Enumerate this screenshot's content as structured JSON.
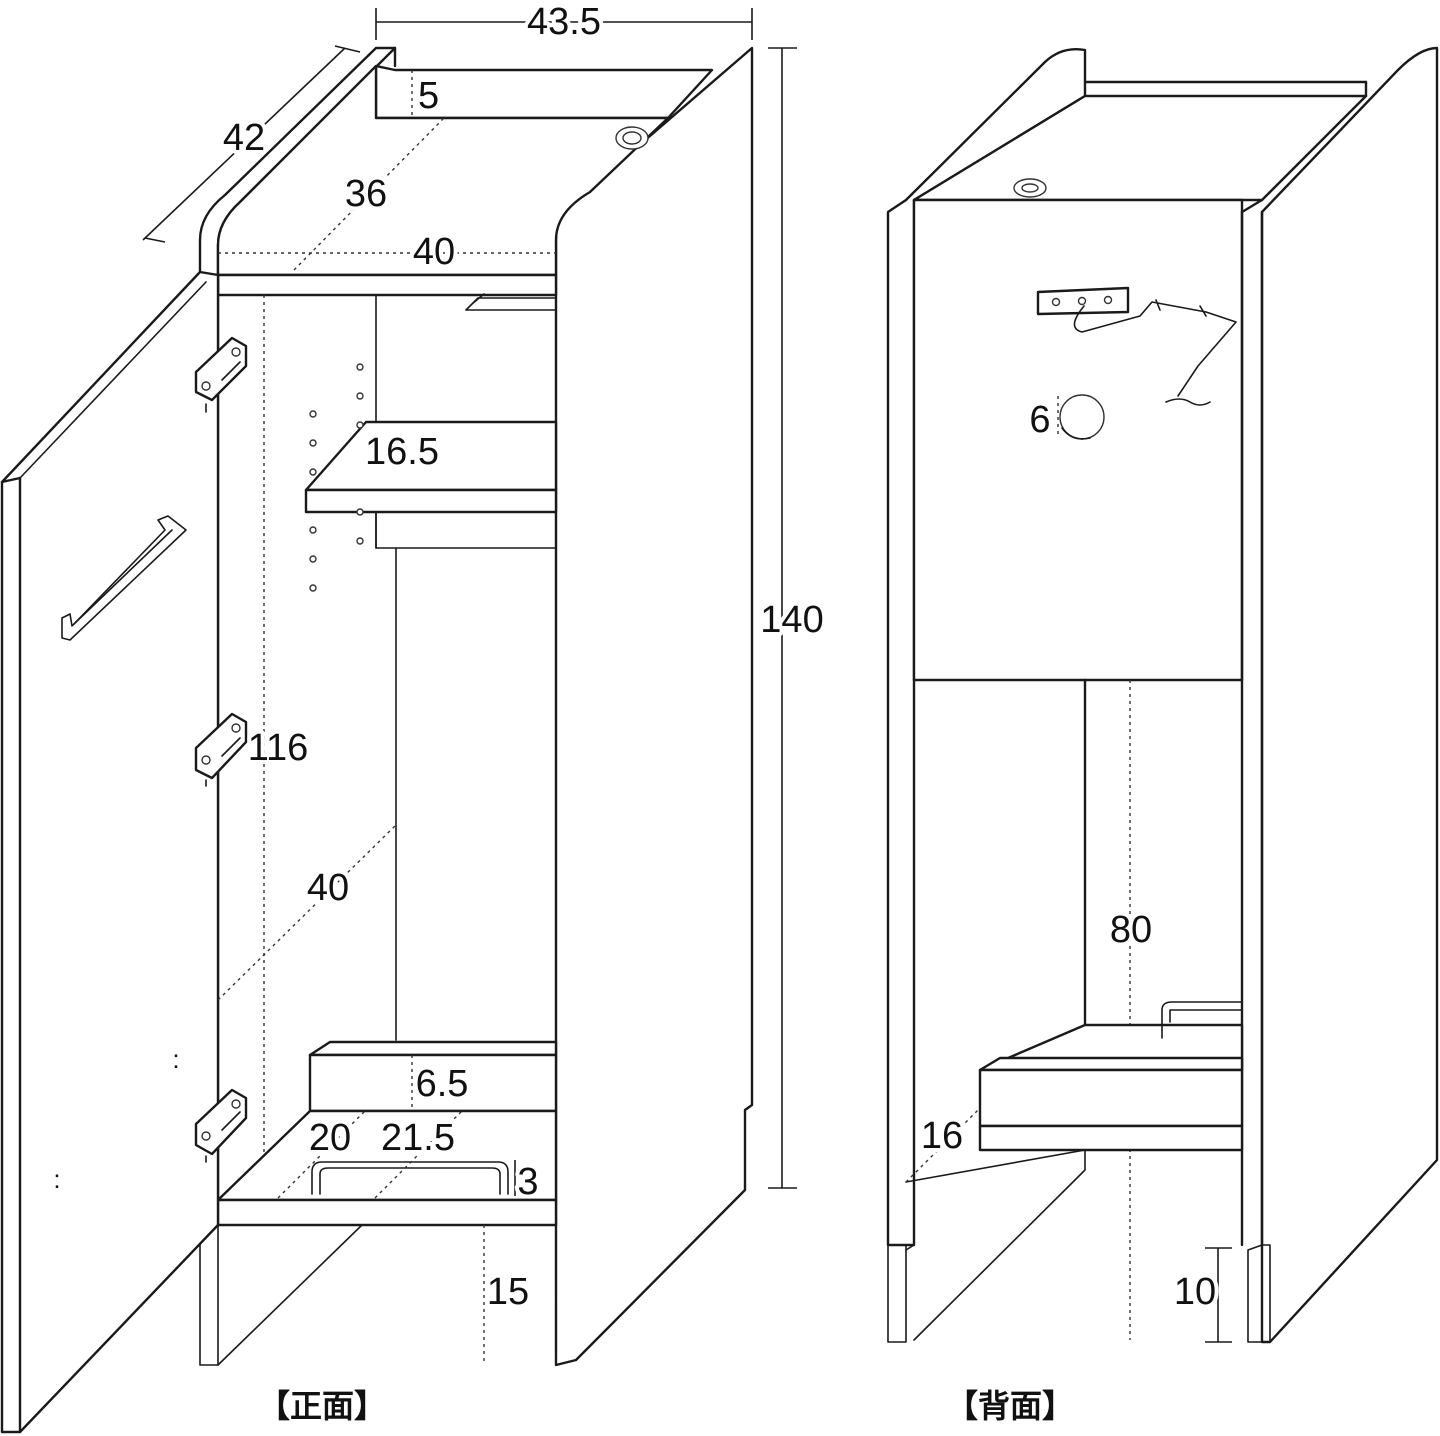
{
  "front_view": {
    "caption": "【正面】",
    "dimensions": {
      "overall_width": "43.5",
      "overall_depth": "42",
      "overall_height": "140",
      "top_shelf_height": "5",
      "inner_depth": "36",
      "inner_width": "40",
      "shelf_gap": "16.5",
      "inner_height": "116",
      "lower_depth": "40",
      "drawer_height": "6.5",
      "drawer_depth": "20",
      "drawer_width": "21.5",
      "handle_height": "3",
      "base_height": "15"
    },
    "colon_marks": [
      ":",
      ":"
    ]
  },
  "back_view": {
    "caption": "【背面】",
    "dimensions": {
      "cable_hole_diameter": "6",
      "panel_opening_height": "80",
      "drawer_depth": "16",
      "base_height": "10"
    }
  }
}
